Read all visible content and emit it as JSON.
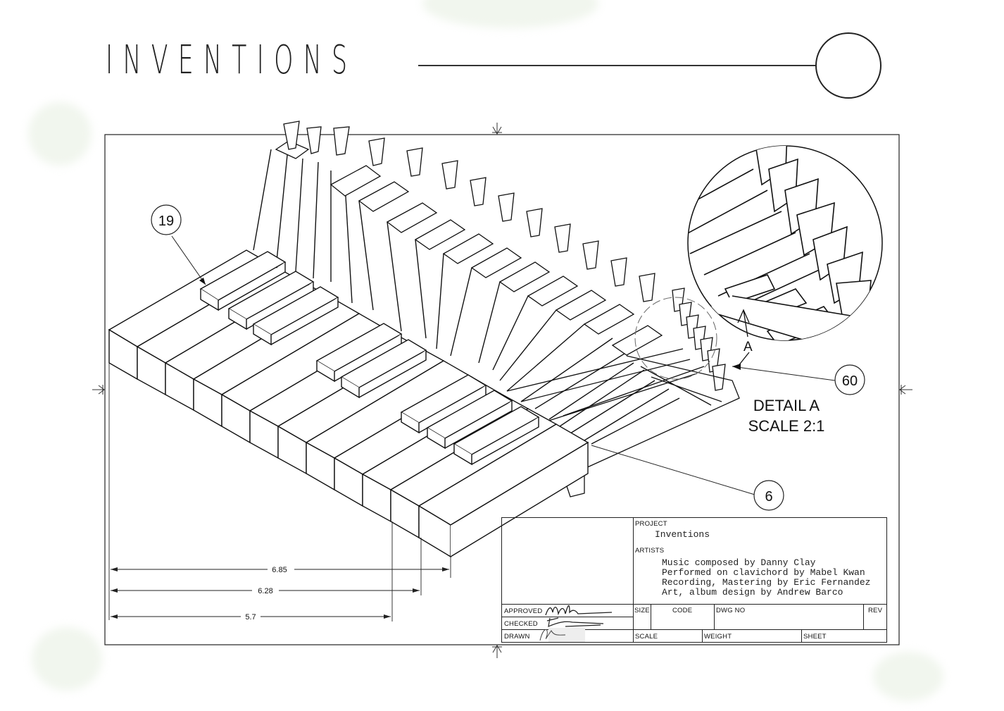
{
  "header": {
    "title": "INVENTIONS"
  },
  "callouts": {
    "balloon_19": "19",
    "balloon_60": "60",
    "balloon_6": "6",
    "section_marker": "A"
  },
  "detail": {
    "line1": "DETAIL A",
    "line2": "SCALE 2:1"
  },
  "dimensions": [
    {
      "label": "6.85"
    },
    {
      "label": "6.28"
    },
    {
      "label": "5.7"
    }
  ],
  "title_block": {
    "project_heading": "PROJECT",
    "project_name": "Inventions",
    "artists_heading": "ARTISTS",
    "credits": [
      "Music composed by Danny Clay",
      "Performed on clavichord by Mabel Kwan",
      "Recording, Mastering by Eric Fernandez",
      "Art, album design by Andrew Barco"
    ],
    "approved_label": "APPROVED",
    "checked_label": "CHECKED",
    "drawn_label": "DRAWN",
    "size_label": "SIZE",
    "code_label": "CODE",
    "dwg_no_label": "DWG NO",
    "rev_label": "REV",
    "scale_label": "SCALE",
    "weight_label": "WEIGHT",
    "sheet_label": "SHEET"
  }
}
